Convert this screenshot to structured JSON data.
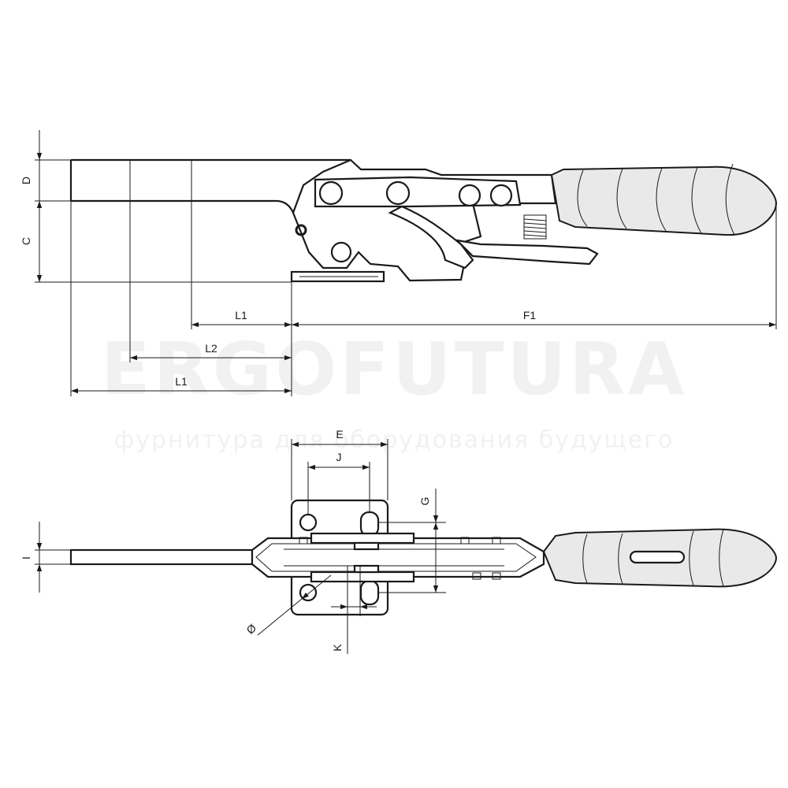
{
  "watermark": {
    "brand": "ERGOFUTURA",
    "tagline": "фурнитура для оборудования будущего"
  },
  "top_view": {
    "labels": {
      "D": "D",
      "C": "C",
      "L1_upper": "L1",
      "L2": "L2",
      "L1_lower": "L1",
      "F1": "F1"
    }
  },
  "bottom_view": {
    "labels": {
      "E": "E",
      "J": "J",
      "G": "G",
      "I": "I",
      "diameter": "Ø",
      "K": "K"
    }
  }
}
